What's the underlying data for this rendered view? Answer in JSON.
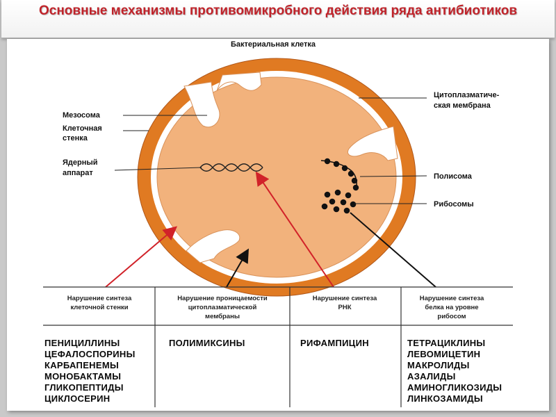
{
  "title": "Основные механизмы противомикробного действия ряда антибиотиков",
  "cell": {
    "title": "Бактериальная клетка",
    "labels": {
      "mesosome": "Мезосома",
      "cell_wall_1": "Клеточная",
      "cell_wall_2": "стенка",
      "nuclear_1": "Ядерный",
      "nuclear_2": "аппарат",
      "membrane_1": "Цитоплазматиче-",
      "membrane_2": "ская мембрана",
      "polysome": "Полисома",
      "ribosomes": "Рибосомы"
    },
    "colors": {
      "wall": "#e07a22",
      "cytoplasm": "#f2b27c",
      "membrane": "#ffffff",
      "red_arrow": "#d12229"
    }
  },
  "mechanisms": [
    {
      "header_1": "Нарушение синтеза",
      "header_2": "клеточной стенки",
      "header_3": "",
      "drugs": [
        "ПЕНИЦИЛЛИНЫ",
        "ЦЕФАЛОСПОРИНЫ",
        "КАРБАПЕНЕМЫ",
        "МОНОБАКТАМЫ",
        "ГЛИКОПЕПТИДЫ",
        "ЦИКЛОСЕРИН"
      ]
    },
    {
      "header_1": "Нарушение проницаемости",
      "header_2": "цитоплазматической",
      "header_3": "мембраны",
      "drugs": [
        "ПОЛИМИКСИНЫ"
      ]
    },
    {
      "header_1": "Нарушение синтеза",
      "header_2": "РНК",
      "header_3": "",
      "drugs": [
        "РИФАМПИЦИН"
      ]
    },
    {
      "header_1": "Нарушение синтеза",
      "header_2": "белка на уровне",
      "header_3": "рибосом",
      "drugs": [
        "ТЕТРАЦИКЛИНЫ",
        "ЛЕВОМИЦЕТИН",
        "МАКРОЛИДЫ",
        "АЗАЛИДЫ",
        "АМИНОГЛИКОЗИДЫ",
        "ЛИНКОЗАМИДЫ"
      ]
    }
  ]
}
